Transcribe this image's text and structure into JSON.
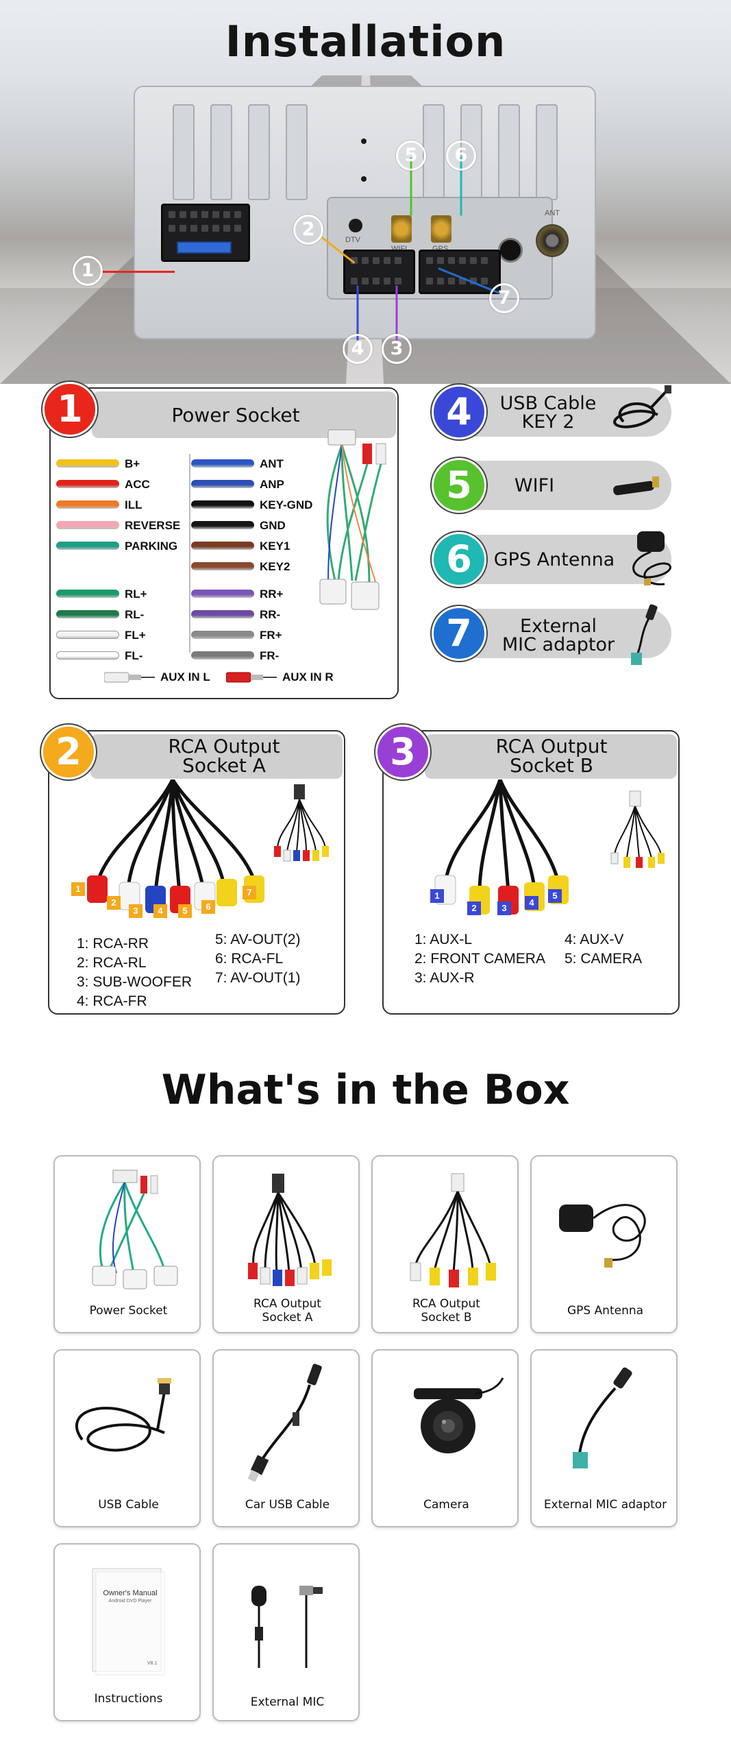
{
  "installation": {
    "title": "Installation",
    "unit_labels": {
      "dtv": "DTV",
      "wifi": "WIFI",
      "gps": "GPS",
      "ant": "ANT"
    },
    "markers": [
      {
        "num": "1",
        "color": "#e8261b"
      },
      {
        "num": "2",
        "color": "#f5a91c"
      },
      {
        "num": "3",
        "color": "#9a3fd6"
      },
      {
        "num": "4",
        "color": "#3a48d8"
      },
      {
        "num": "5",
        "color": "#56c22d"
      },
      {
        "num": "6",
        "color": "#1fb8b3"
      },
      {
        "num": "7",
        "color": "#1e6fd0"
      }
    ]
  },
  "power_socket": {
    "num": "1",
    "title": "Power Socket",
    "left_wires": [
      {
        "label": "B+",
        "color": "#f3c21a"
      },
      {
        "label": "ACC",
        "color": "#e0231a"
      },
      {
        "label": "ILL",
        "color": "#ef7a23"
      },
      {
        "label": "REVERSE",
        "color": "#f5a6b3"
      },
      {
        "label": "PARKING",
        "color": "#1f9e86"
      },
      {
        "label": "RL+",
        "color": "#1a9a6a"
      },
      {
        "label": "RL-",
        "color": "#1e7a4e"
      },
      {
        "label": "FL+",
        "color": "#f4f4f4"
      },
      {
        "label": "FL-",
        "color": "#ffffff"
      }
    ],
    "right_wires": [
      {
        "label": "ANT",
        "color": "#2d56c4"
      },
      {
        "label": "ANP",
        "color": "#2b4fb5"
      },
      {
        "label": "KEY-GND",
        "color": "#111111"
      },
      {
        "label": "GND",
        "color": "#161616"
      },
      {
        "label": "KEY1",
        "color": "#7a3b23"
      },
      {
        "label": "KEY2",
        "color": "#8a4a2e"
      },
      {
        "label": "RR+",
        "color": "#7c55b8"
      },
      {
        "label": "RR-",
        "color": "#6a4aa4"
      },
      {
        "label": "FR+",
        "color": "#8a8a8a"
      },
      {
        "label": "FR-",
        "color": "#7a7a7a"
      }
    ],
    "aux_l": "AUX IN L",
    "aux_r": "AUX IN R"
  },
  "side_items": [
    {
      "num": "4",
      "label_line1": "USB Cable",
      "label_line2": "KEY 2",
      "color": "#3a48d8"
    },
    {
      "num": "5",
      "label_line1": "WIFI",
      "label_line2": "",
      "color": "#56c22d"
    },
    {
      "num": "6",
      "label_line1": "GPS Antenna",
      "label_line2": "",
      "color": "#1fb8b3"
    },
    {
      "num": "7",
      "label_line1": "External",
      "label_line2": "MIC adaptor",
      "color": "#1e6fd0"
    }
  ],
  "rca_a": {
    "num": "2",
    "title_line1": "RCA Output",
    "title_line2": "Socket A",
    "color": "#f5a91c",
    "tags": [
      "1",
      "2",
      "3",
      "4",
      "5",
      "6",
      "7"
    ],
    "list_left": [
      "1: RCA-RR",
      "2: RCA-RL",
      "3: SUB-WOOFER",
      "4: RCA-FR"
    ],
    "list_right": [
      "5: AV-OUT(2)",
      "6: RCA-FL",
      "7: AV-OUT(1)"
    ]
  },
  "rca_b": {
    "num": "3",
    "title_line1": "RCA Output",
    "title_line2": "Socket B",
    "color": "#9a3fd6",
    "tags": [
      "1",
      "2",
      "3",
      "4",
      "5"
    ],
    "list_left": [
      "1: AUX-L",
      "2: FRONT CAMERA",
      "3: AUX-R"
    ],
    "list_right": [
      "4: AUX-V",
      "5: CAMERA"
    ]
  },
  "box": {
    "title": "What's in the Box",
    "items": [
      {
        "line1": "Power Socket",
        "line2": "",
        "icon": "power-socket-harness-icon"
      },
      {
        "line1": "RCA Output",
        "line2": "Socket A",
        "icon": "rca-a-cable-icon"
      },
      {
        "line1": "RCA Output",
        "line2": "Socket B",
        "icon": "rca-b-cable-icon"
      },
      {
        "line1": "GPS Antenna",
        "line2": "",
        "icon": "gps-antenna-icon"
      },
      {
        "line1": "USB Cable",
        "line2": "",
        "icon": "usb-cable-icon"
      },
      {
        "line1": "Car USB Cable",
        "line2": "",
        "icon": "car-usb-cable-icon"
      },
      {
        "line1": "Camera",
        "line2": "",
        "icon": "camera-icon"
      },
      {
        "line1": "External MIC adaptor",
        "line2": "",
        "icon": "mic-adaptor-icon"
      },
      {
        "line1": "Instructions",
        "line2": "",
        "icon": "manual-icon"
      },
      {
        "line1": "External MIC",
        "line2": "",
        "icon": "microphone-icon"
      }
    ],
    "manual_title": "Owner's Manual",
    "manual_subtitle": "Android DVD Player",
    "manual_version": "V8.1"
  }
}
